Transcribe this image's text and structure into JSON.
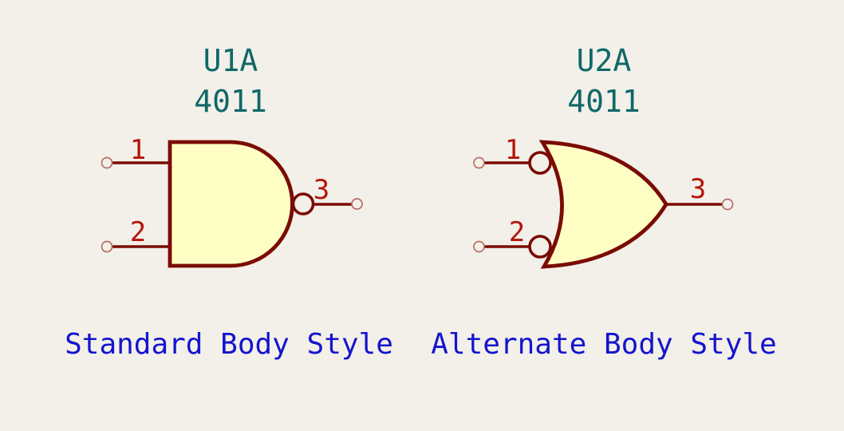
{
  "canvas": {
    "background_color": "#F2F0E9",
    "symbol_outline_color": "#7A0B03",
    "symbol_fill_color": "#FFFFC5",
    "pin_number_color": "#B5140B",
    "pin_endpoint_color": "#BA6E64",
    "field_text_color": "#106768",
    "caption_text_color": "#1414CE"
  },
  "symbols": [
    {
      "reference": "U1A",
      "value": "4011",
      "caption": "Standard Body Style",
      "pins": [
        {
          "number": "1"
        },
        {
          "number": "2"
        },
        {
          "number": "3"
        }
      ]
    },
    {
      "reference": "U2A",
      "value": "4011",
      "caption": "Alternate Body Style",
      "pins": [
        {
          "number": "1"
        },
        {
          "number": "2"
        },
        {
          "number": "3"
        }
      ]
    }
  ]
}
